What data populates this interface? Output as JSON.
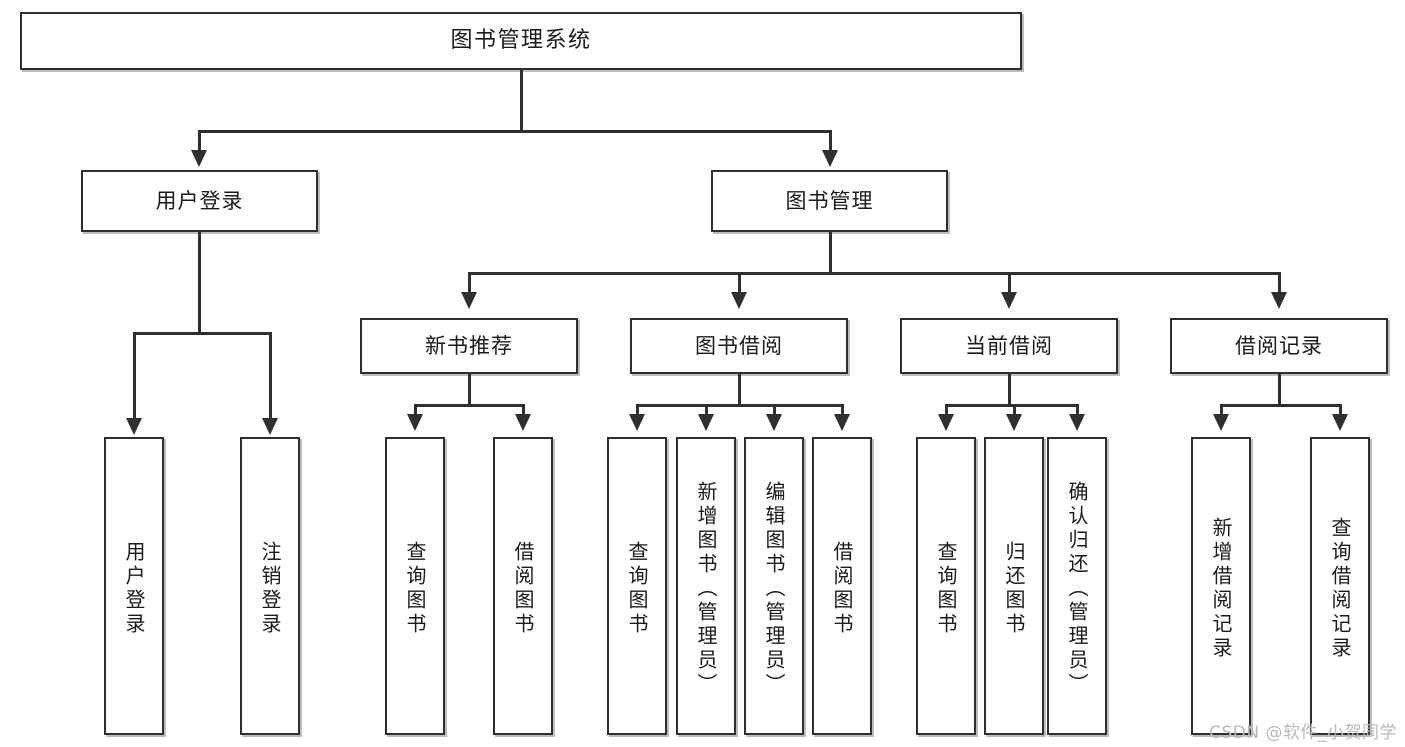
{
  "diagram": {
    "title": "图书管理系统",
    "type": "hierarchy-tree",
    "watermark": "CSDN @软件_小贺同学",
    "colors": {
      "background": "#ffffff",
      "border": "#2f2f2f",
      "text": "#1b1b1b",
      "watermark": "#b9b9b9"
    },
    "root": {
      "label": "图书管理系统"
    },
    "level2": [
      {
        "label": "用户登录"
      },
      {
        "label": "图书管理"
      }
    ],
    "level3": [
      {
        "label": "新书推荐"
      },
      {
        "label": "图书借阅"
      },
      {
        "label": "当前借阅"
      },
      {
        "label": "借阅记录"
      }
    ],
    "leaves": {
      "user_login": [
        {
          "label": "用户登录"
        },
        {
          "label": "注销登录"
        }
      ],
      "new_book_recommend": [
        {
          "label": "查询图书"
        },
        {
          "label": "借阅图书"
        }
      ],
      "book_borrow": [
        {
          "label": "查询图书"
        },
        {
          "label": "新增图书（管理员）"
        },
        {
          "label": "编辑图书（管理员）"
        },
        {
          "label": "借阅图书"
        }
      ],
      "current_borrow": [
        {
          "label": "查询图书"
        },
        {
          "label": "归还图书"
        },
        {
          "label": "确认归还（管理员）"
        }
      ],
      "borrow_record": [
        {
          "label": "新增借阅记录"
        },
        {
          "label": "查询借阅记录"
        }
      ]
    }
  }
}
